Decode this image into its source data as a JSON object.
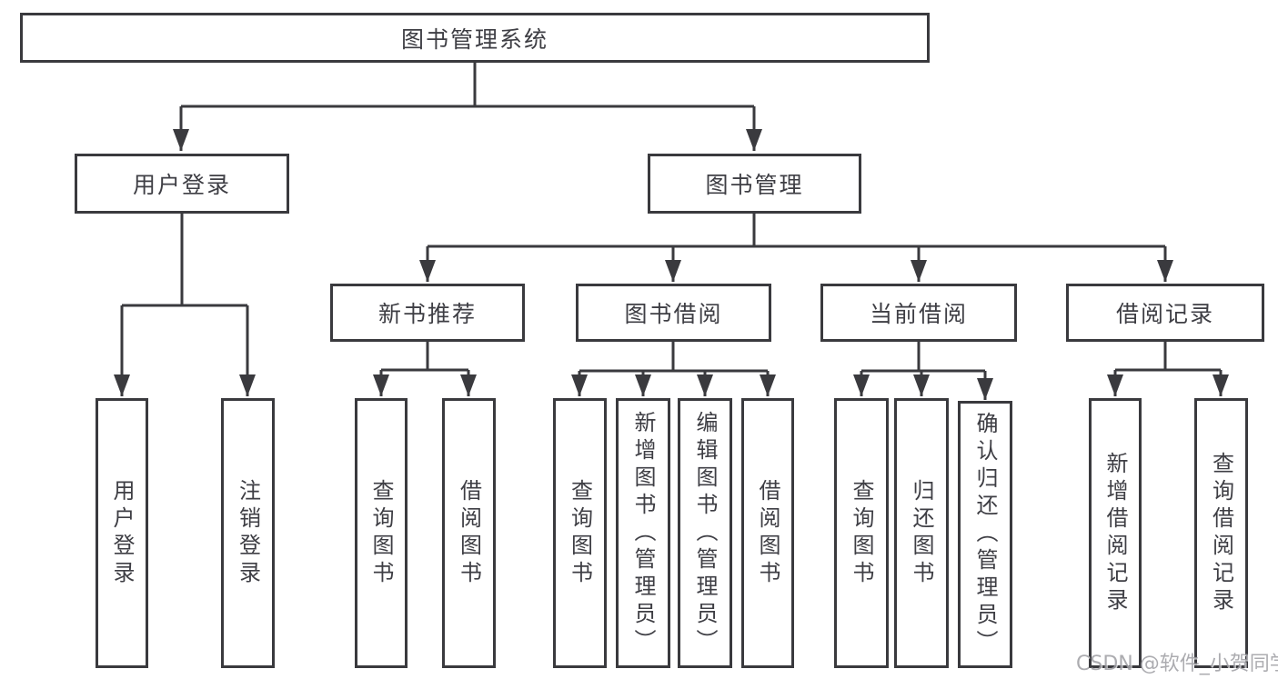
{
  "colors": {
    "line": "#3a3a3e",
    "text": "#3e3e44",
    "box-bg": "#ffffff",
    "watermark": "#9e9ea3"
  },
  "diagram": {
    "root": {
      "label": "图书管理系统"
    },
    "branches": [
      {
        "label": "用户登录",
        "children": [
          {
            "label": "用户登录"
          },
          {
            "label": "注销登录"
          }
        ]
      },
      {
        "label": "图书管理",
        "children": [
          {
            "label": "新书推荐",
            "children": [
              {
                "label": "查询图书"
              },
              {
                "label": "借阅图书"
              }
            ]
          },
          {
            "label": "图书借阅",
            "children": [
              {
                "label": "查询图书"
              },
              {
                "label": "新增图书（管理员）"
              },
              {
                "label": "编辑图书（管理员）"
              },
              {
                "label": "借阅图书"
              }
            ]
          },
          {
            "label": "当前借阅",
            "children": [
              {
                "label": "查询图书"
              },
              {
                "label": "归还图书"
              },
              {
                "label": "确认归还（管理员）"
              }
            ]
          },
          {
            "label": "借阅记录",
            "children": [
              {
                "label": "新增借阅记录"
              },
              {
                "label": "查询借阅记录"
              }
            ]
          }
        ]
      }
    ]
  },
  "watermark": {
    "text": "CSDN @软件_小贺同学"
  }
}
